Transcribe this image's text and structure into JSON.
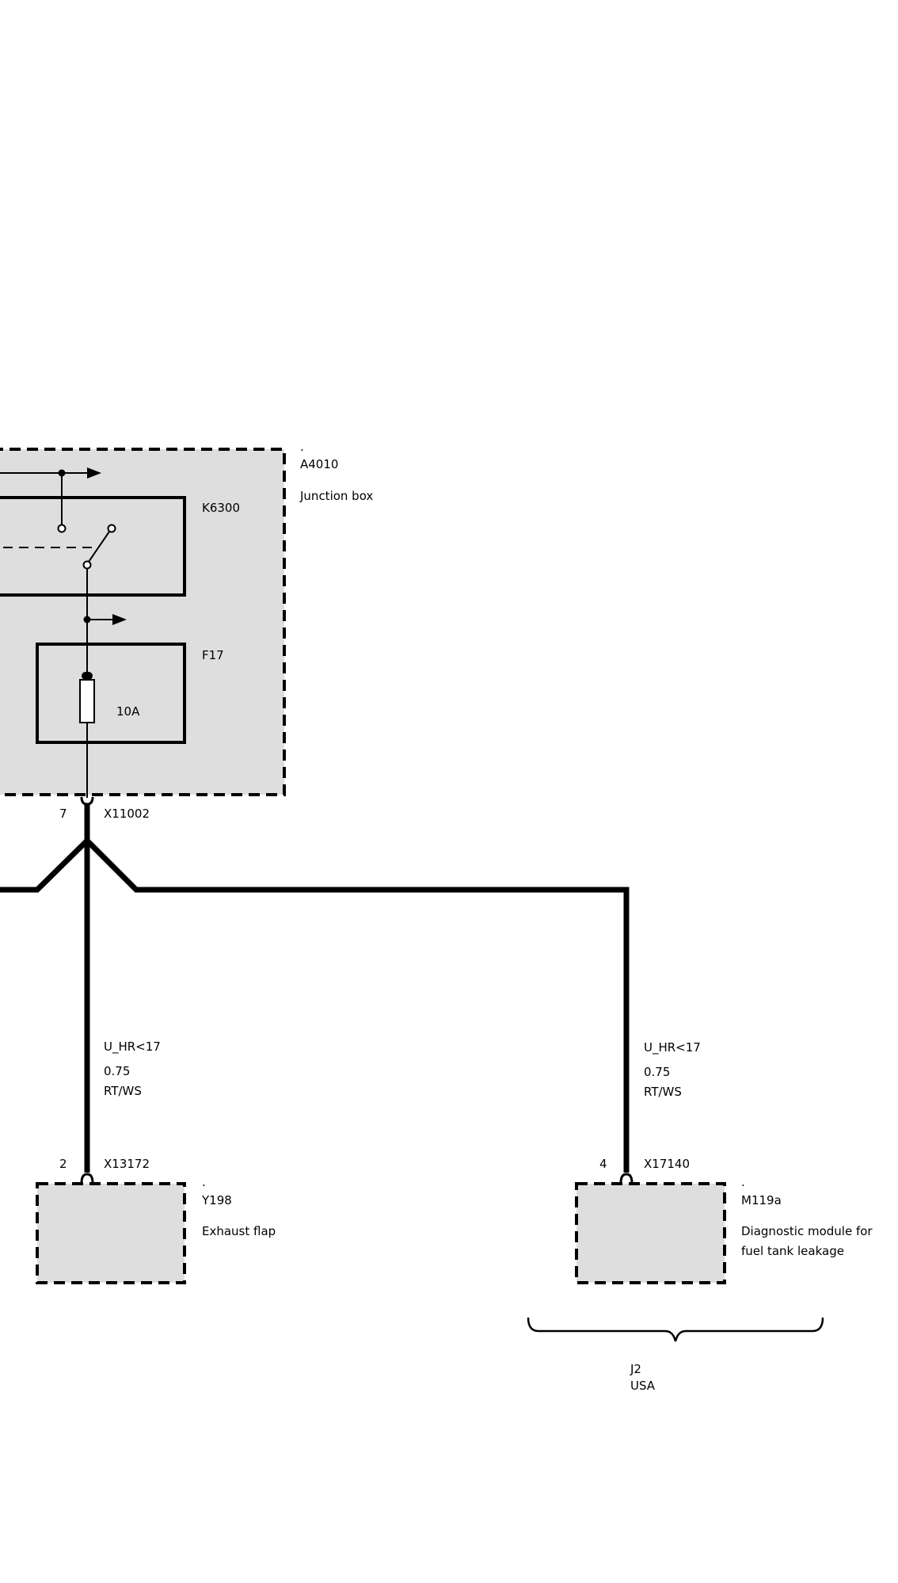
{
  "junction_box": {
    "dot": ".",
    "id": "A4010",
    "name": "Junction box",
    "relay_id": "K6300",
    "fuse_id": "F17",
    "fuse_rating": "10A"
  },
  "main_connector": {
    "pin": "7",
    "id": "X11002"
  },
  "left_wire": {
    "signal": "U_HR<17",
    "gauge": "0.75",
    "color": "RT/WS"
  },
  "right_wire": {
    "signal": "U_HR<17",
    "gauge": "0.75",
    "color": "RT/WS"
  },
  "exhaust_flap": {
    "pin": "2",
    "connector": "X13172",
    "dot": ".",
    "id": "Y198",
    "name": "Exhaust flap"
  },
  "diagnostic_module": {
    "pin": "4",
    "connector": "X17140",
    "dot": ".",
    "id": "M119a",
    "name_line1": "Diagnostic module for",
    "name_line2": "fuel tank leakage"
  },
  "variant": {
    "code": "J2",
    "market": "USA"
  }
}
